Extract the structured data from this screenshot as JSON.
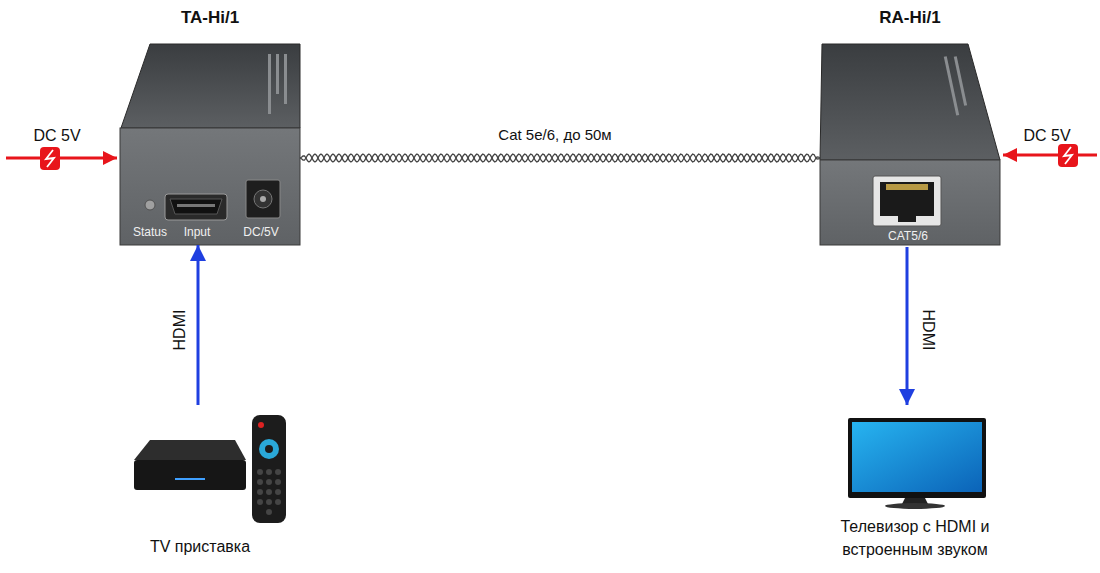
{
  "diagram": {
    "nodes": [
      {
        "text": [
          "TA-Hi/1",
          "Status",
          "Input",
          "DC/5V"
        ]
      },
      {
        "text": [
          "RA-Hi/1",
          "CAT5/6"
        ]
      },
      {
        "text": [
          "TV приставка"
        ]
      },
      {
        "text": [
          "Телевизор с HDMI и встроенным звуком"
        ]
      }
    ],
    "edges": [
      {
        "from": 2,
        "to": 0,
        "arrow": "to",
        "label": "HDMI"
      },
      {
        "from": 0,
        "to": 1,
        "arrow": "none",
        "label": "Cat 5e/6, до 50м"
      },
      {
        "from": 1,
        "to": 3,
        "arrow": "to",
        "label": "HDMI"
      }
    ],
    "labels": [
      "DC 5V",
      "DC 5V"
    ]
  }
}
